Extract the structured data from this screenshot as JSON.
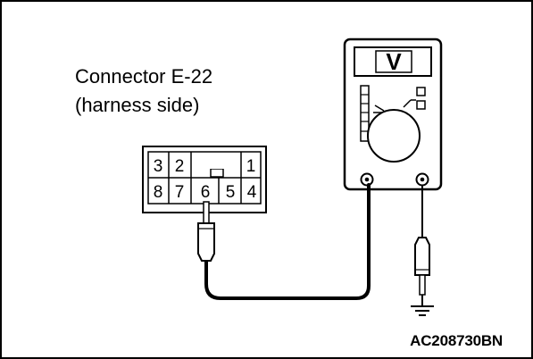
{
  "connector": {
    "title": "Connector E-22",
    "subtitle": "(harness side)",
    "top_row_pins": [
      "3",
      "2",
      "1"
    ],
    "bottom_row_pins": [
      "8",
      "7",
      "6",
      "5",
      "4"
    ]
  },
  "meter": {
    "display_symbol": "V"
  },
  "figure": {
    "code": "AC208730BN"
  }
}
